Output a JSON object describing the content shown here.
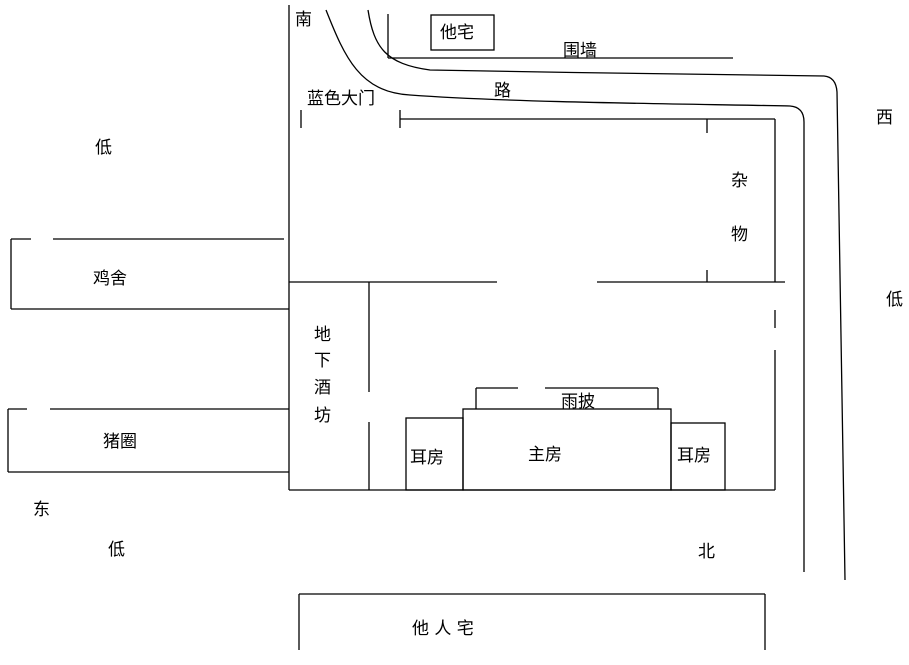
{
  "compass": {
    "south": "南",
    "west": "西",
    "east": "东",
    "north": "北"
  },
  "elevation": {
    "low_northwest": "低",
    "low_west_side": "低",
    "low_southeast": "低"
  },
  "top": {
    "other_house": "他宅",
    "enclosure_wall": "围墙",
    "road": "路",
    "blue_gate": "蓝色大门"
  },
  "left": {
    "chicken_coop": "鸡舍",
    "pigsty": "猪圈"
  },
  "compound": {
    "sundries_1": "杂",
    "sundries_2": "物",
    "cellar_1": "地",
    "cellar_2": "下",
    "cellar_3": "酒",
    "cellar_4": "坊",
    "canopy": "雨披",
    "main_house": "主房",
    "side_room_left": "耳房",
    "side_room_right": "耳房"
  },
  "bottom": {
    "others_house": "他 人 宅"
  }
}
